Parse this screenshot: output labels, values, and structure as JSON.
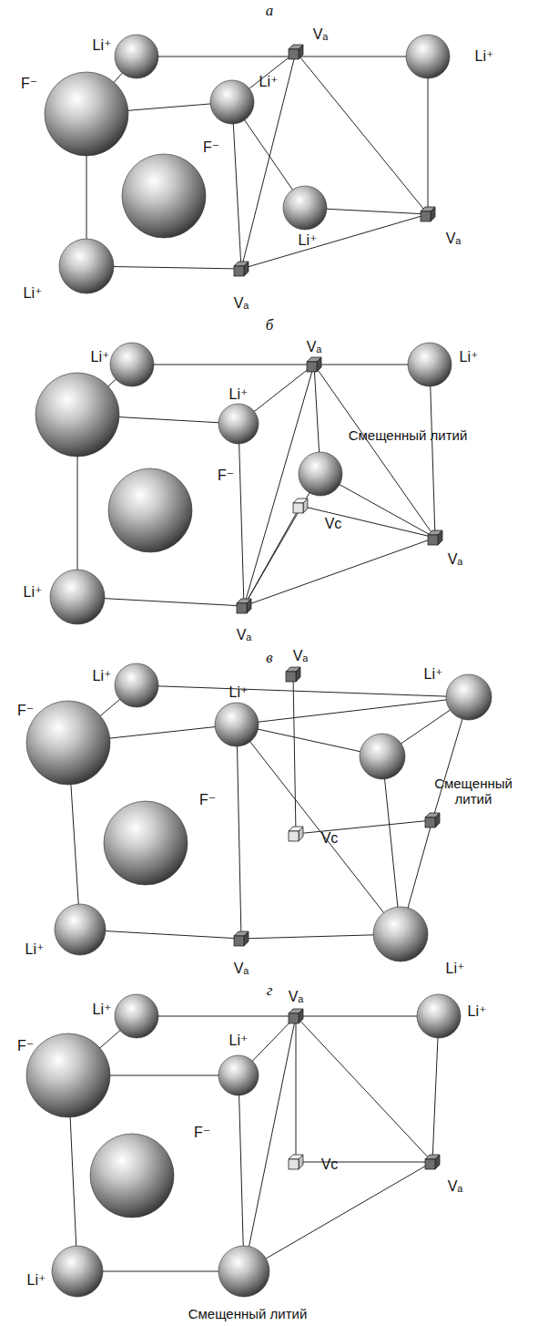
{
  "diagram": {
    "labels": [
      "а",
      "Li⁺",
      "F⁻",
      "Li⁺",
      "F⁻",
      "Vₐ",
      "Li⁺",
      "Li⁺",
      "Vₐ",
      "Li⁺",
      "Vₐ",
      "б",
      "Li⁺",
      "Vₐ",
      "Li⁺",
      "Li⁺",
      "Смещенный литий",
      "F⁻",
      "Vc",
      "Vₐ",
      "Li⁺",
      "Vₐ",
      "в",
      "Li⁺",
      "Vₐ",
      "Li⁺",
      "F⁻",
      "Li⁺",
      "Смещенный литий",
      "F⁻",
      "Vc",
      "Li⁺",
      "Vₐ",
      "Li⁺",
      "г",
      "Li⁺",
      "Vₐ",
      "Li⁺",
      "F⁻",
      "Li⁺",
      "F⁻",
      "Vc",
      "Vₐ",
      "Li⁺",
      "Смещенный литий"
    ]
  }
}
